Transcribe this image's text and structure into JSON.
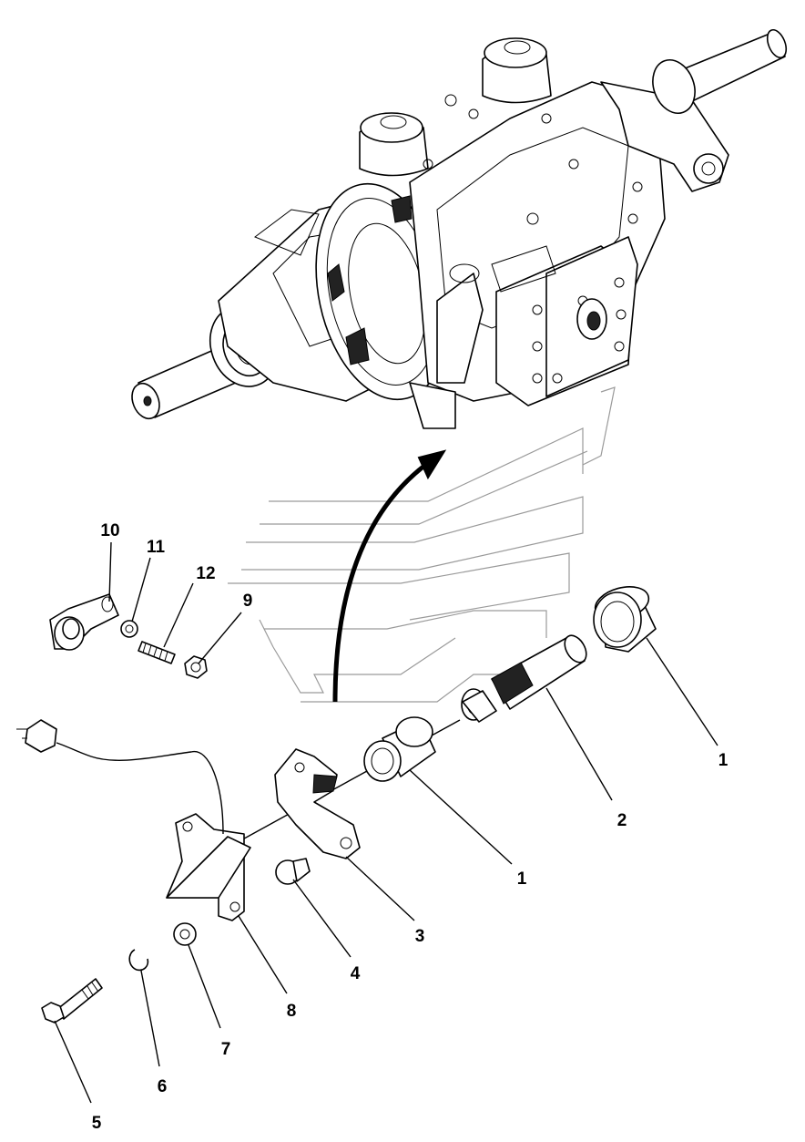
{
  "callouts": [
    {
      "id": "1a",
      "label": "1"
    },
    {
      "id": "1b",
      "label": "1"
    },
    {
      "id": "2",
      "label": "2"
    },
    {
      "id": "3",
      "label": "3"
    },
    {
      "id": "4",
      "label": "4"
    },
    {
      "id": "5",
      "label": "5"
    },
    {
      "id": "6",
      "label": "6"
    },
    {
      "id": "7",
      "label": "7"
    },
    {
      "id": "8",
      "label": "8"
    },
    {
      "id": "9",
      "label": "9"
    },
    {
      "id": "10",
      "label": "10"
    },
    {
      "id": "11",
      "label": "11"
    },
    {
      "id": "12",
      "label": "12"
    }
  ]
}
